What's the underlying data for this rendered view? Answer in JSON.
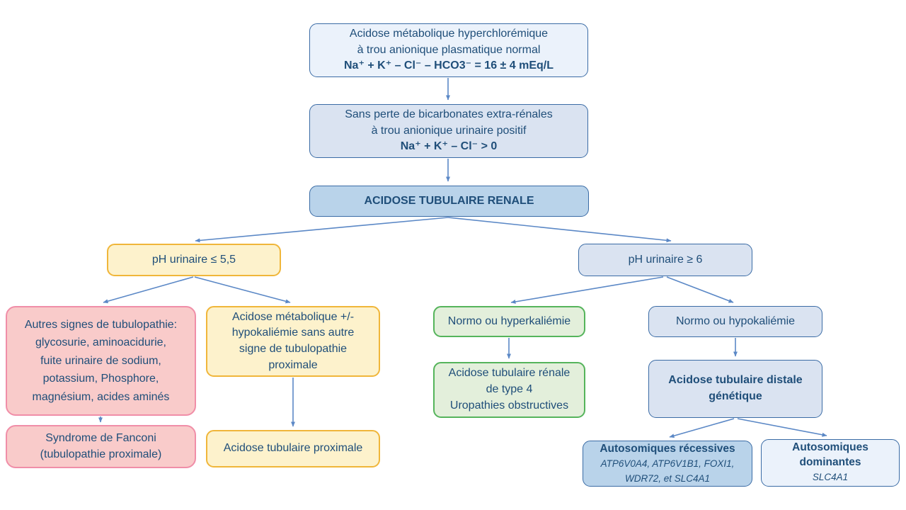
{
  "colors": {
    "text": "#1f4e79",
    "arrow": "#5b88c6",
    "blue_light_bg": "#ebf2fb",
    "blue_mid_bg": "#dae3f1",
    "blue_strong_bg": "#b9d3ea",
    "blue_border": "#3a6ba5",
    "yellow_bg": "#fdf2cc",
    "yellow_border": "#f0b63a",
    "pink_bg": "#f9cbca",
    "pink_border": "#f08ea8",
    "green_bg": "#e3efdb",
    "green_border": "#55b45b"
  },
  "nodes": {
    "metabolic_acidosis": {
      "text": "Acidose métabolique hyperchlorémique\nà trou anionique plasmatique normal",
      "formula": "Na⁺ + K⁺ – Cl⁻ – HCO3⁻ = 16 ± 4 mEq/L"
    },
    "no_bicarbonate_loss": {
      "text": "Sans perte de bicarbonates extra-rénales\nà trou anionique urinaire positif",
      "formula": "Na⁺ + K⁺ – Cl⁻ > 0"
    },
    "renal_tubular_acidosis": {
      "text": "ACIDOSE TUBULAIRE RENALE"
    },
    "ph_low": {
      "text": "pH urinaire ≤ 5,5"
    },
    "ph_high": {
      "text": "pH urinaire ≥ 6"
    },
    "tubulopathy_signs": {
      "text": "Autres signes de tubulopathie:\nglycosurie, aminoacidurie,\nfuite urinaire de sodium,\npotassium, Phosphore,\nmagnésium, acides aminés"
    },
    "fanconi": {
      "text": "Syndrome de Fanconi\n(tubulopathie proximale)"
    },
    "acidosis_hypokalemia": {
      "text": "Acidose métabolique +/-\nhypokaliémie sans autre\nsigne de tubulopathie\nproximale"
    },
    "proximal_rta": {
      "text": "Acidose tubulaire proximale"
    },
    "normo_hyperkalemia": {
      "text": "Normo ou hyperkaliémie"
    },
    "type4_rta": {
      "text": "Acidose tubulaire rénale\nde type 4\nUropathies obstructives"
    },
    "normo_hypokalemia": {
      "text": "Normo ou hypokaliémie"
    },
    "distal_genetic_rta": {
      "text": "Acidose tubulaire distale\ngénétique"
    },
    "autosomal_recessive": {
      "title": "Autosomiques récessives",
      "genes": "ATP6V0A4, ATP6V1B1, FOXI1,\nWDR72, et SLC4A1"
    },
    "autosomal_dominant": {
      "title": "Autosomiques\ndominantes",
      "genes": "SLC4A1"
    }
  }
}
